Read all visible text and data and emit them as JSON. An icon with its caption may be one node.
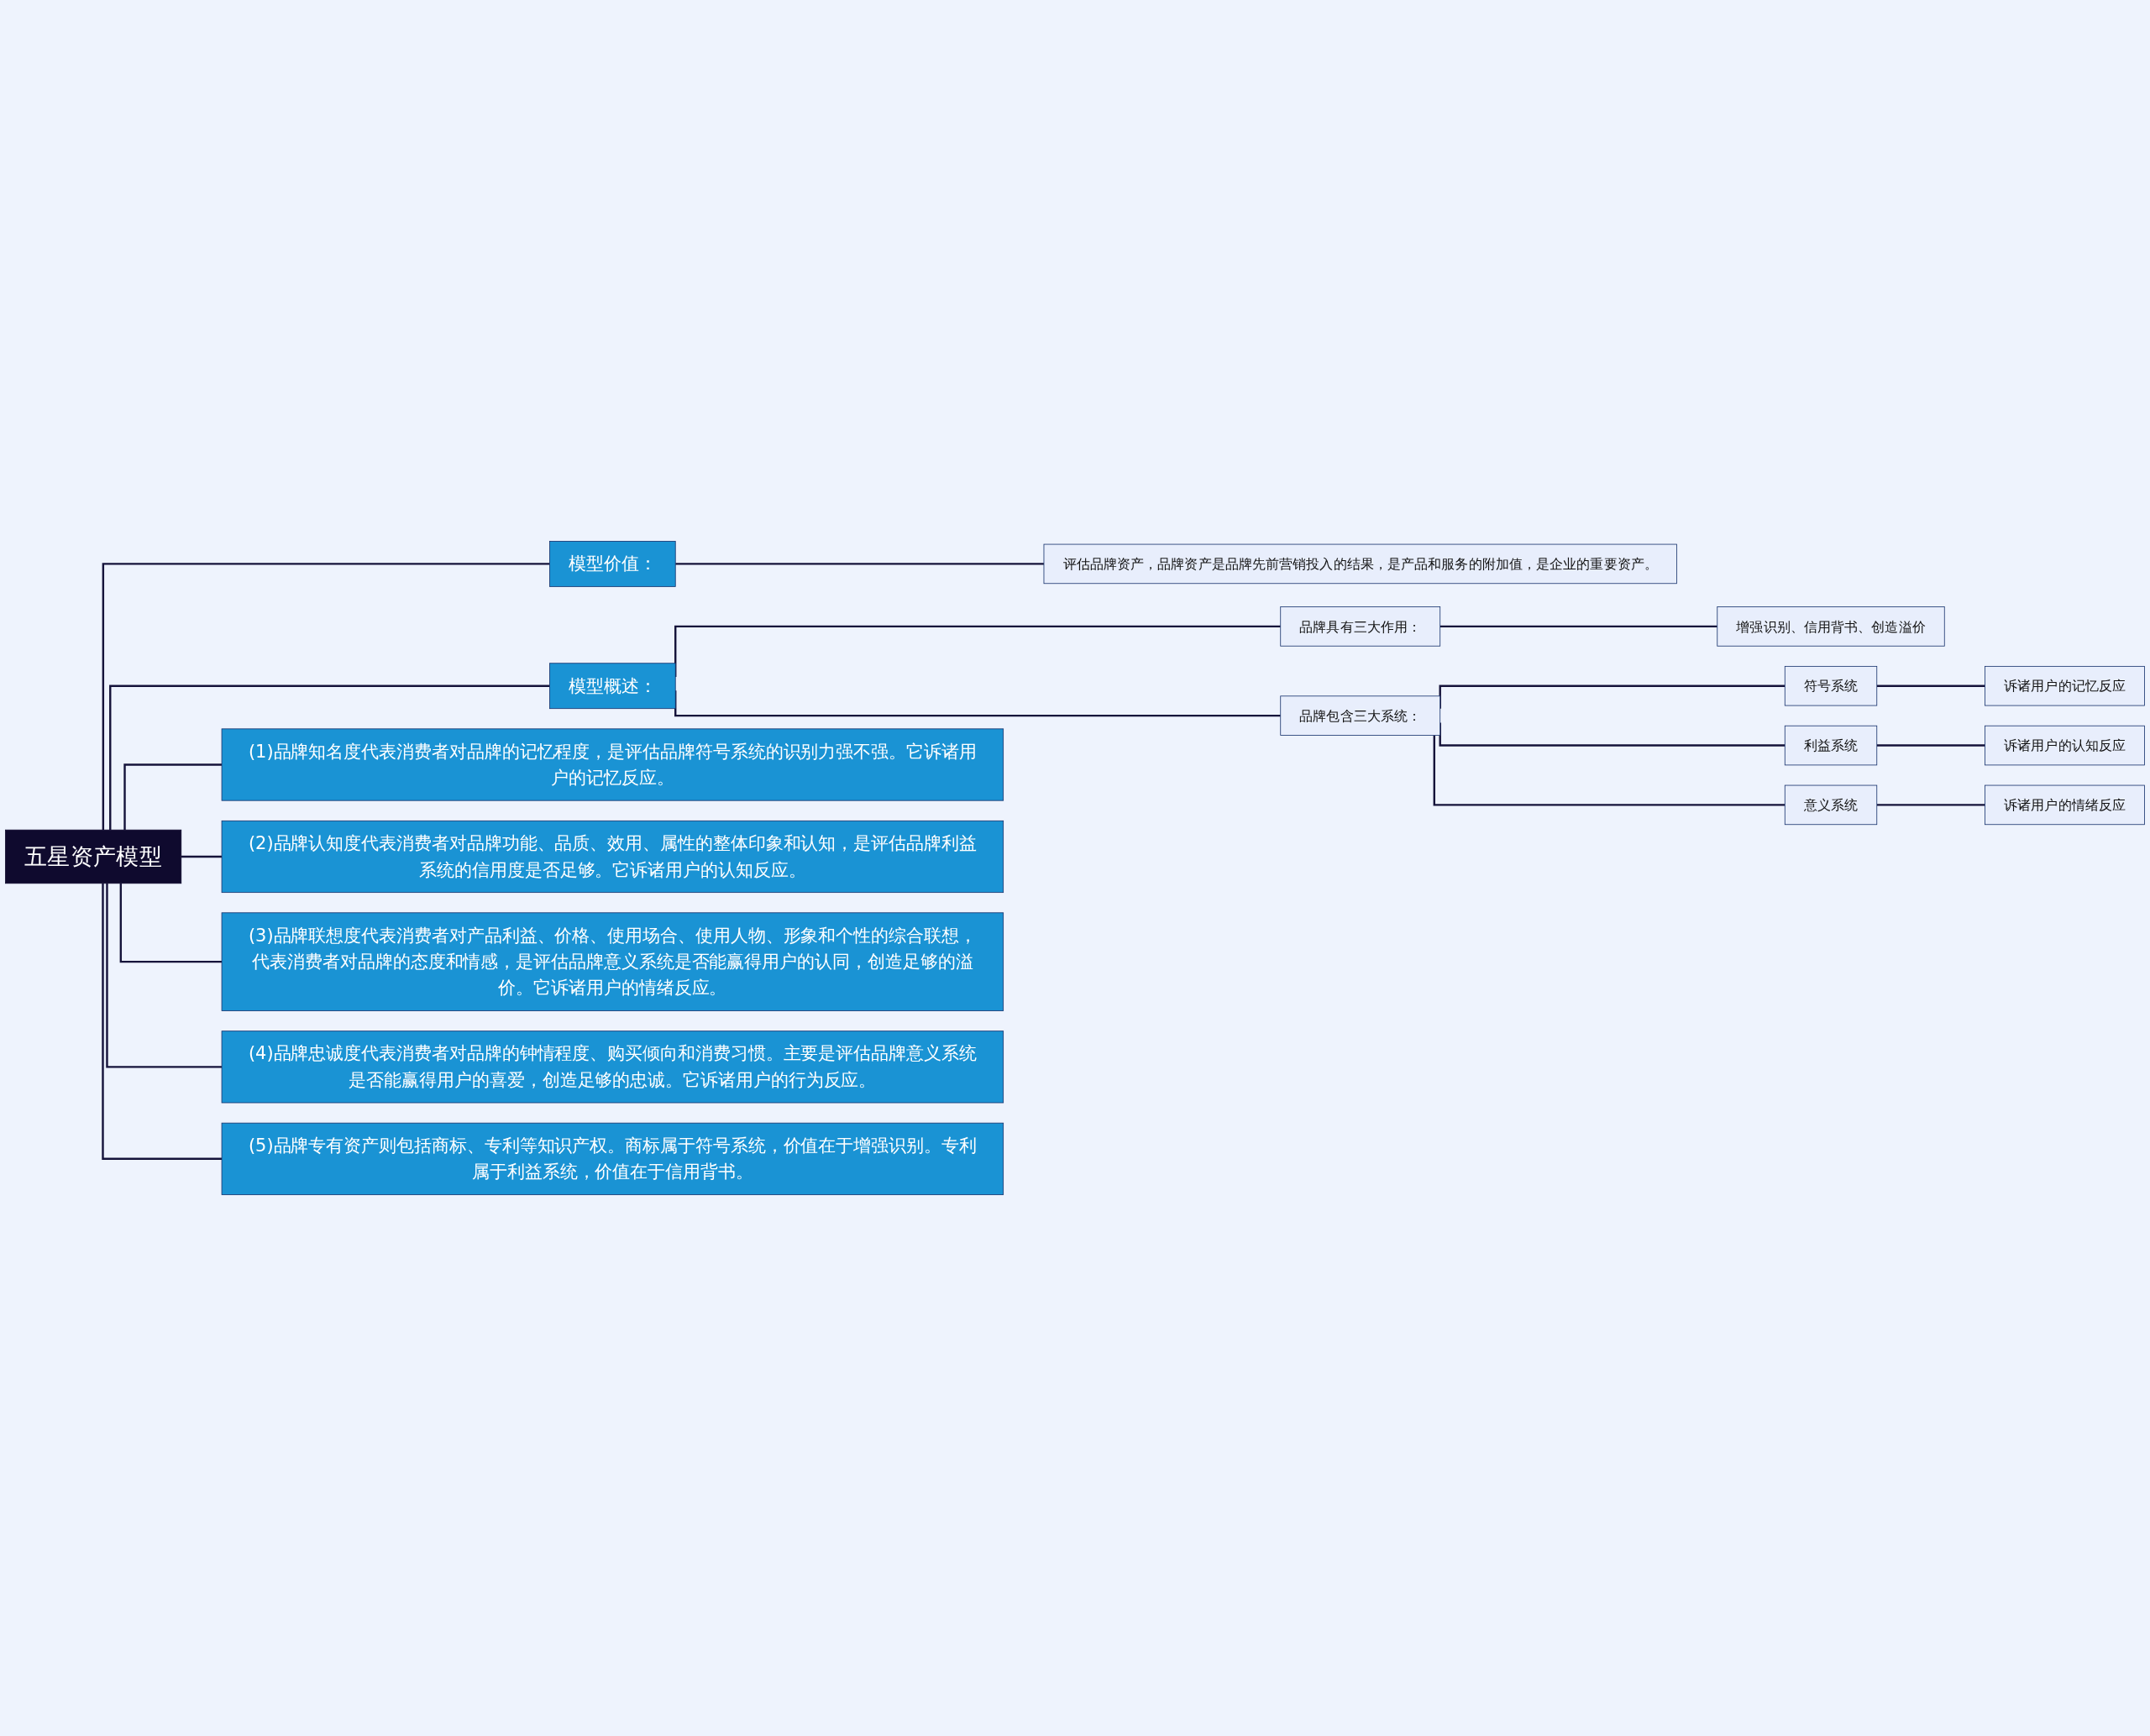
{
  "diagram": {
    "nodes": [
      {
        "text": [
          "五星资产模型"
        ]
      },
      {
        "text": [
          "模型价值："
        ]
      },
      {
        "text": [
          "评估品牌资产，品牌资产是品牌先前营销投入的结果，是产品和服务的附加值，是企业的重要资产。"
        ]
      },
      {
        "text": [
          "模型概述："
        ]
      },
      {
        "text": [
          "品牌具有三大作用："
        ]
      },
      {
        "text": [
          "增强识别、信用背书、创造溢价"
        ]
      },
      {
        "text": [
          "品牌包含三大系统："
        ]
      },
      {
        "text": [
          "符号系统"
        ]
      },
      {
        "text": [
          "诉诸用户的记忆反应"
        ]
      },
      {
        "text": [
          "利益系统"
        ]
      },
      {
        "text": [
          "诉诸用户的认知反应"
        ]
      },
      {
        "text": [
          "意义系统"
        ]
      },
      {
        "text": [
          "诉诸用户的情绪反应"
        ]
      },
      {
        "text": [
          "(1)品牌知名度代表消费者对品牌的记忆程度，是评估品牌符号系统的识别力强不强。它诉诸用户的记忆反应。"
        ]
      },
      {
        "text": [
          "(2)品牌认知度代表消费者对品牌功能、品质、效用、属性的整体印象和认知，是评估品牌利益系统的信用度是否足够。它诉诸用户的认知反应。"
        ]
      },
      {
        "text": [
          "(3)品牌联想度代表消费者对产品利益、价格、使用场合、使用人物、形象和个性的综合联想，代表消费者对品牌的态度和情感，是评估品牌意义系统是否能赢得用户的认同，创造足够的溢价。它诉诸用户的情绪反应。"
        ]
      },
      {
        "text": [
          "(4)品牌忠诚度代表消费者对品牌的钟情程度、购买倾向和消费习惯。主要是评估品牌意义系统是否能赢得用户的喜爱，创造足够的忠诚。它诉诸用户的行为反应。"
        ]
      },
      {
        "text": [
          "(5)品牌专有资产则包括商标、专利等知识产权。商标属于符号系统，价值在于增强识别。专利属于利益系统，价值在于信用背书。"
        ]
      }
    ],
    "edges": [
      {
        "from": 0,
        "to": 1,
        "arrow": "none"
      },
      {
        "from": 1,
        "to": 2,
        "arrow": "none"
      },
      {
        "from": 0,
        "to": 3,
        "arrow": "none"
      },
      {
        "from": 3,
        "to": 4,
        "arrow": "none"
      },
      {
        "from": 4,
        "to": 5,
        "arrow": "none"
      },
      {
        "from": 3,
        "to": 6,
        "arrow": "none"
      },
      {
        "from": 6,
        "to": 7,
        "arrow": "none"
      },
      {
        "from": 7,
        "to": 8,
        "arrow": "none"
      },
      {
        "from": 6,
        "to": 9,
        "arrow": "none"
      },
      {
        "from": 9,
        "to": 10,
        "arrow": "none"
      },
      {
        "from": 6,
        "to": 11,
        "arrow": "none"
      },
      {
        "from": 11,
        "to": 12,
        "arrow": "none"
      },
      {
        "from": 0,
        "to": 13,
        "arrow": "none"
      },
      {
        "from": 0,
        "to": 14,
        "arrow": "none"
      },
      {
        "from": 0,
        "to": 15,
        "arrow": "none"
      },
      {
        "from": 0,
        "to": 16,
        "arrow": "none"
      },
      {
        "from": 0,
        "to": 17,
        "arrow": "none"
      }
    ]
  }
}
